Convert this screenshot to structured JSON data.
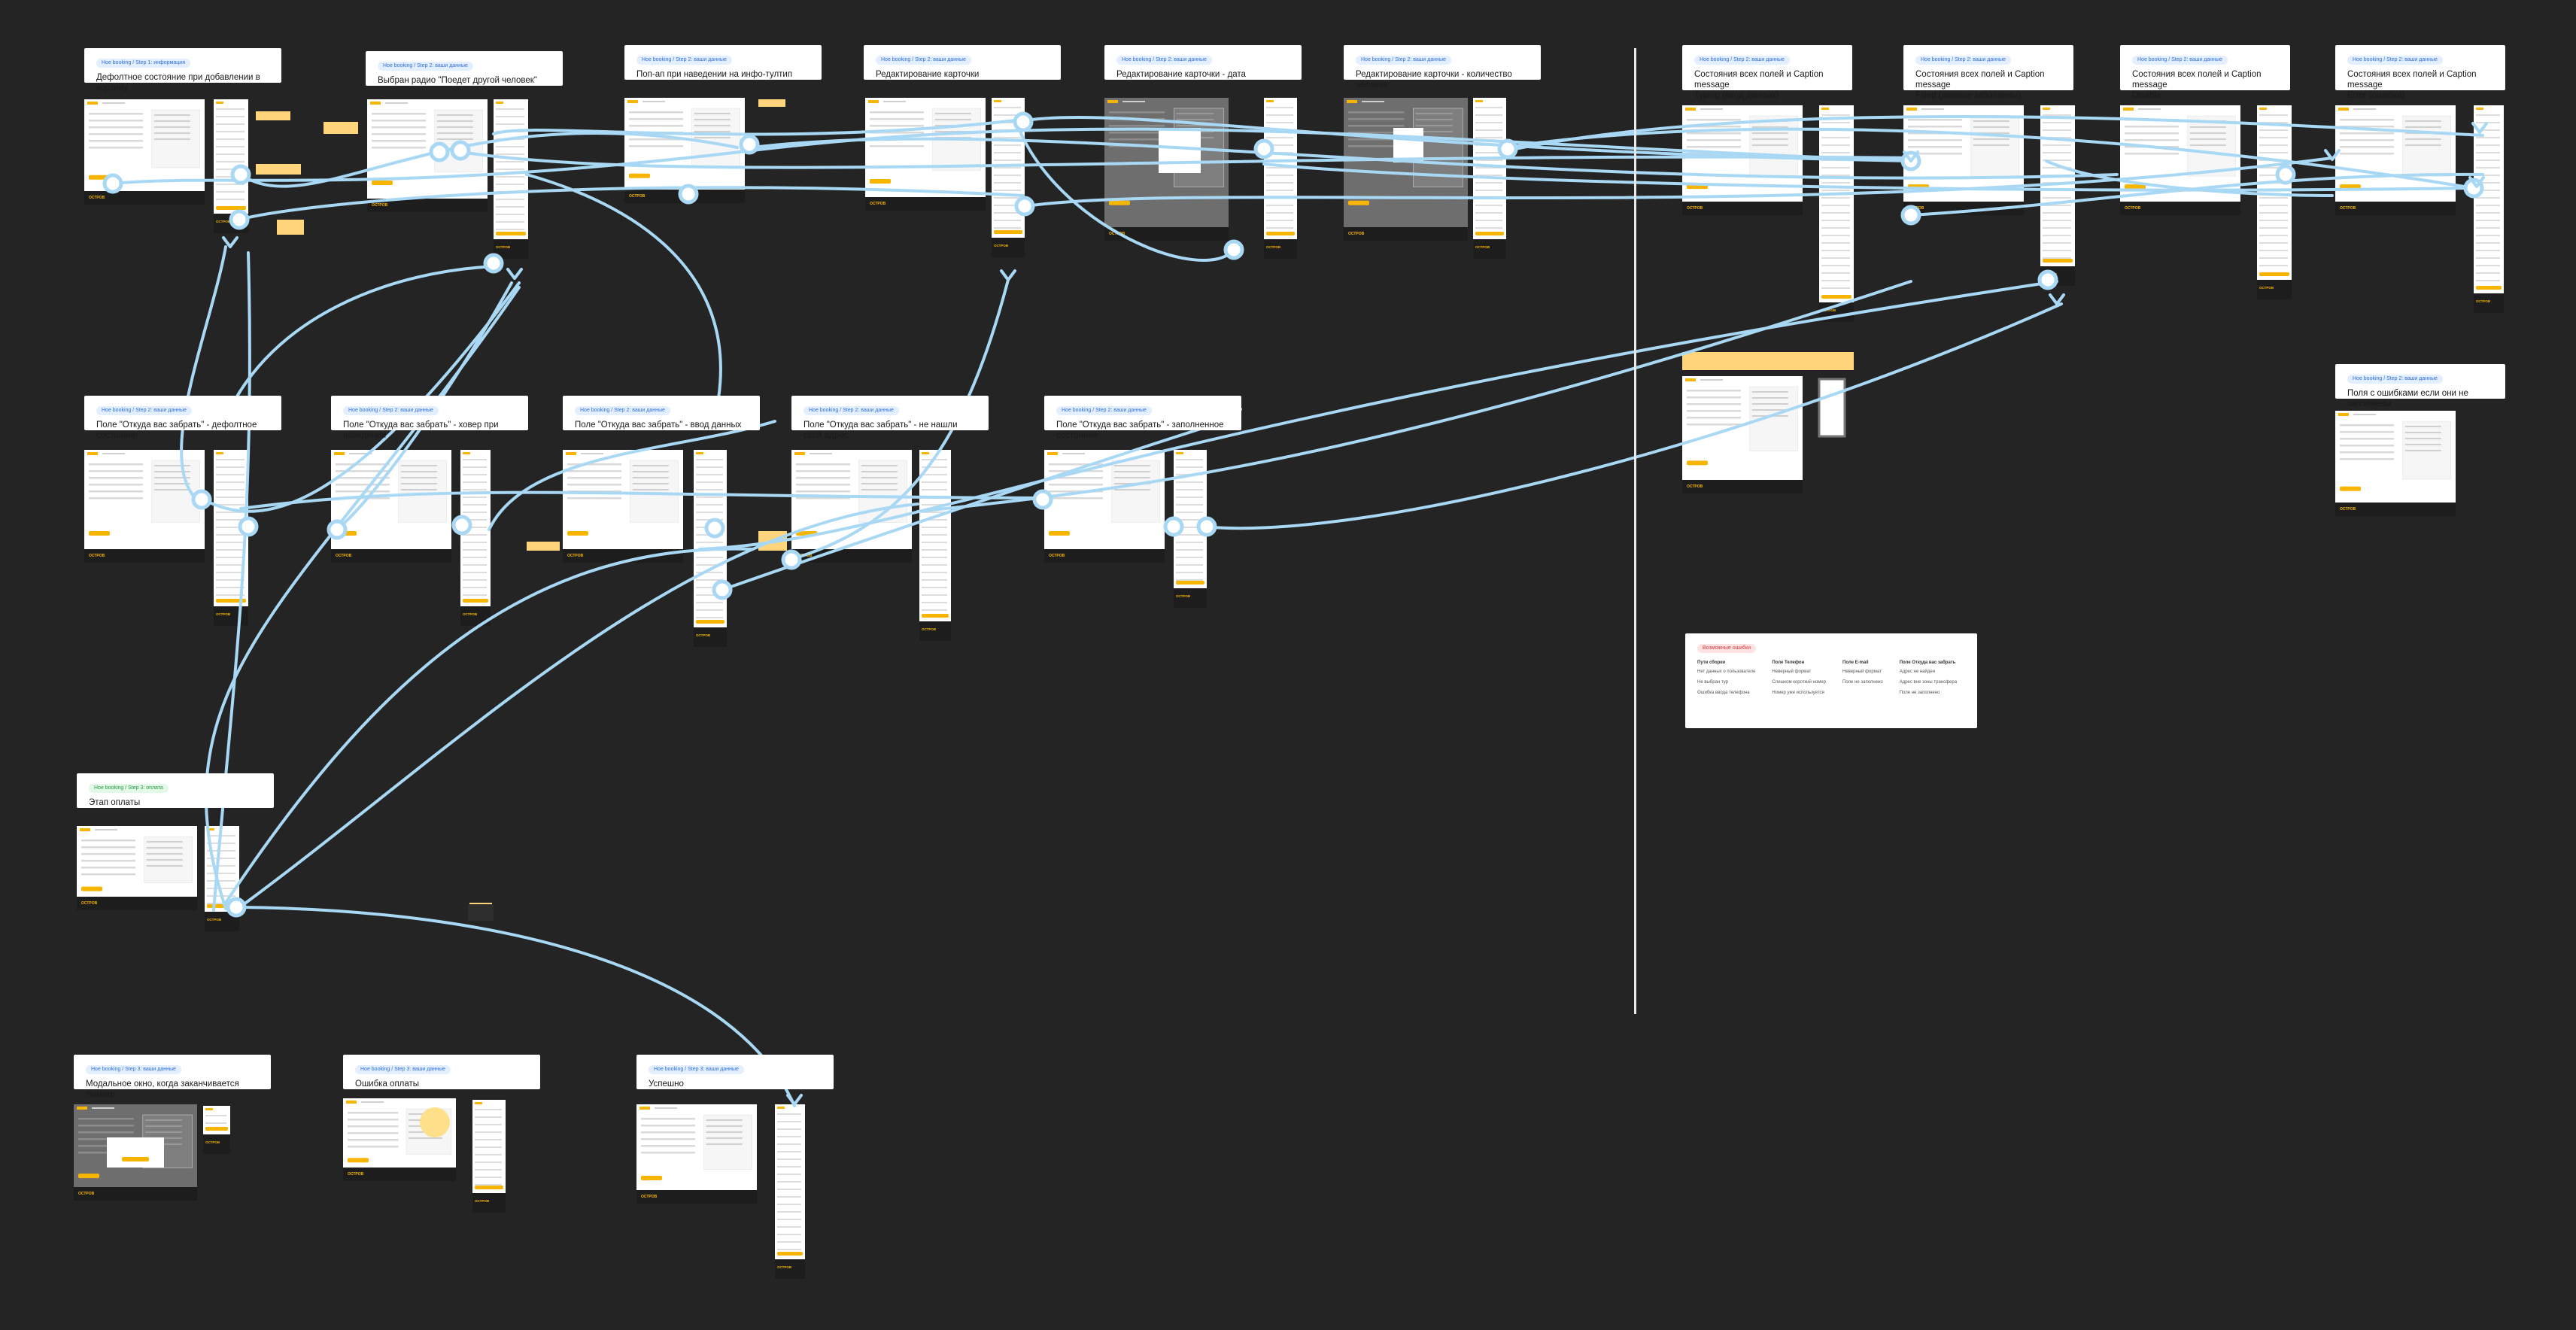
{
  "canvas": {
    "background": "#242424",
    "accent_yellow": "#f7b500",
    "connector_color": "#a9d8f5",
    "screen_footer": "#1d1d1d"
  },
  "titles": [
    {
      "tag": "Hoe booking / Step 1: информация",
      "title": "Дефолтное состояние при добавлении в корзину",
      "tone": "blue"
    },
    {
      "tag": "Hoe booking / Step 2: ваши данные",
      "title": "Выбран радио \"Поедет другой человек\"",
      "tone": "blue"
    },
    {
      "tag": "Hoe booking / Step 2: ваши данные",
      "title": "Поп-ап при наведении на инфо-тултип",
      "tone": "blue"
    },
    {
      "tag": "Hoe booking / Step 2: ваши данные",
      "title": "Редактирование карточки",
      "tone": "blue"
    },
    {
      "tag": "Hoe booking / Step 2: ваши данные",
      "title": "Редактирование карточки - дата",
      "tone": "blue"
    },
    {
      "tag": "Hoe booking / Step 2: ваши данные",
      "title": "Редактирование карточки - количество человек",
      "tone": "blue"
    },
    {
      "tag": "Hoe booking / Step 2: ваши данные",
      "title": "Состояния всех полей и Caption message\nTyping (ввод данных)",
      "tone": "blue"
    },
    {
      "tag": "Hoe booking / Step 2: ваши данные",
      "title": "Состояния всех полей и Caption message\nFilled (данные заполнены)",
      "tone": "blue"
    },
    {
      "tag": "Hoe booking / Step 2: ваши данные",
      "title": "Состояния всех полей и Caption message\nDisable",
      "tone": "blue"
    },
    {
      "tag": "Hoe booking / Step 2: ваши данные",
      "title": "Состояния всех полей и Caption message\nError (ошибка)",
      "tone": "blue"
    },
    {
      "tag": "Hoe booking / Step 2: ваши данные",
      "title": "Поле \"Откуда вас забрать\" - дефолтное состояние",
      "tone": "blue"
    },
    {
      "tag": "Hoe booking / Step 2: ваши данные",
      "title": "Поле \"Откуда вас забрать\" - ховер при наведении",
      "tone": "blue"
    },
    {
      "tag": "Hoe booking / Step 2: ваши данные",
      "title": "Поле \"Откуда вас забрать\" - ввод данных",
      "tone": "blue"
    },
    {
      "tag": "Hoe booking / Step 2: ваши данные",
      "title": "Поле \"Откуда вас забрать\" - не нашли свой адрес",
      "tone": "blue"
    },
    {
      "tag": "Hoe booking / Step 2: ваши данные",
      "title": "Поле \"Откуда вас забрать\" - заполненное состояние",
      "tone": "blue"
    },
    {
      "tag": "Hoe booking / Step 2: ваши данные",
      "title": "Поля с ошибками если они не заполнены",
      "tone": "blue"
    },
    {
      "tag": "Hoe booking / Step 3: оплата",
      "title": "Этап оплаты",
      "tone": "green"
    },
    {
      "tag": "Hoe booking / Step 3: ваши данные",
      "title": "Модальное окно, когда заканчивается таймер",
      "tone": "blue"
    },
    {
      "tag": "Hoe booking / Step 3: ваши данные",
      "title": "Ошибка оплаты",
      "tone": "blue"
    },
    {
      "tag": "Hoe booking / Step 3: ваши данные",
      "title": "Успешно",
      "tone": "blue"
    }
  ],
  "legend": {
    "tag": "Возможные ошибки",
    "columns": [
      {
        "title": "Пути сборки",
        "items": [
          "Нет данных о пользователе",
          "Не выбран тур",
          "Ошибка ввода телефона"
        ]
      },
      {
        "title": "Поле Телефон",
        "items": [
          "Неверный формат",
          "Слишком короткий номер",
          "Номер уже используется"
        ]
      },
      {
        "title": "Поле E-mail",
        "items": [
          "Неверный формат",
          "Поле не заполнено"
        ]
      },
      {
        "title": "Поле Откуда вас забрать",
        "items": [
          "Адрес не найден",
          "Адрес вне зоны трансфера",
          "Поле не заполнено"
        ]
      }
    ]
  },
  "screen_text": {
    "brand": "OSTROV",
    "brand_sub": "ОСТРОВ",
    "cta": "Оплатить"
  }
}
